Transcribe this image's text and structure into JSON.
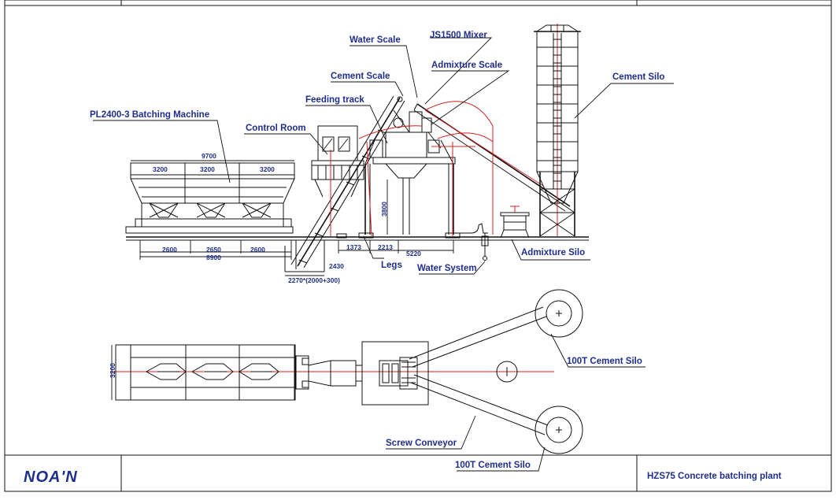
{
  "title_block": {
    "logo_text": "NOA'N",
    "drawing_title": "HZS75 Concrete batching plant"
  },
  "labels": {
    "water_scale": "Water Scale",
    "mixer": "JS1500 Mixer",
    "admixture_scale": "Admixture Scale",
    "cement_scale": "Cement Scale",
    "feeding_track": "Feeding track",
    "batching_machine": "PL2400-3 Batching Machine",
    "control_room": "Control Room",
    "cement_silo": "Cement Silo",
    "admixture_silo": "Admixture Silo",
    "legs": "Legs",
    "water_system": "Water System",
    "silo_top": "100T Cement Silo",
    "silo_bottom": "100T Cement Silo",
    "screw_conveyor": "Screw Conveyor"
  },
  "dimensions": {
    "overall_bin_width": "9700",
    "bin_1": "3200",
    "bin_2": "3200",
    "bin_3": "3200",
    "base_1": "2600",
    "base_2": "2650",
    "base_3": "2600",
    "base_total": "8900",
    "pit_depth": "2430",
    "pit_size": "2270*(2000+300)",
    "span_1": "1373",
    "span_2": "2213",
    "span_3": "5220",
    "leg_height": "3800",
    "plan_width": "3200"
  },
  "colors": {
    "label_blue": "#1f2e8c",
    "line_black": "#111111",
    "centerline_red": "#d42020"
  },
  "icons": {
    "logo": "noan-logo"
  }
}
